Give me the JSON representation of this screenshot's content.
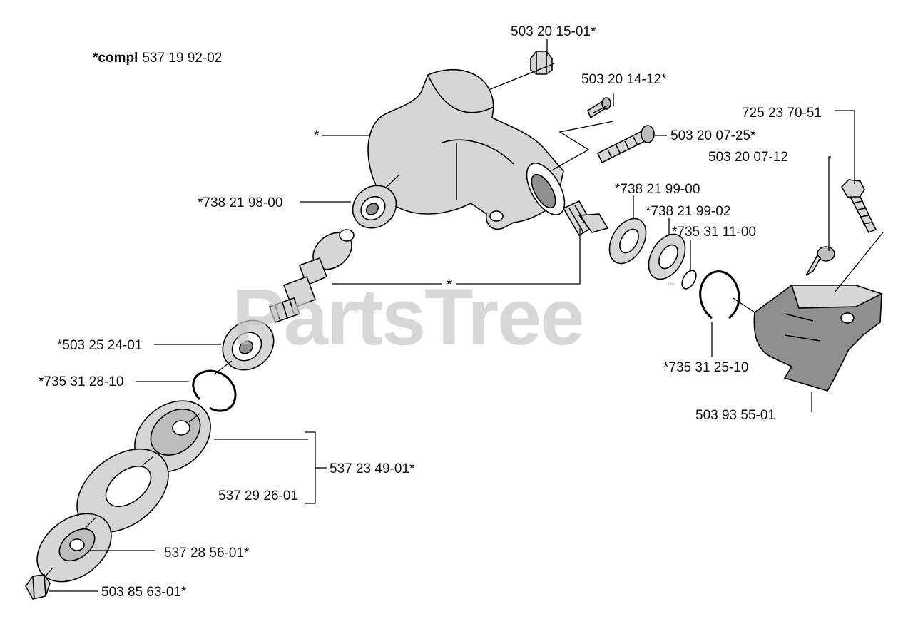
{
  "watermark": "PartsTree",
  "watermark_tm": "™",
  "header_prefix": "*compl",
  "header_number": "537 19 92-02",
  "labels": {
    "p_503_20_15_01": "503 20 15-01*",
    "p_503_20_14_12": "503 20 14-12*",
    "p_503_20_07_25": "503 20 07-25*",
    "p_725_23_70_51": "725 23 70-51",
    "p_503_20_07_12": "503 20 07-12",
    "p_housing_star": "*",
    "p_738_21_98_00": "*738 21 98-00",
    "p_738_21_99_00": "*738 21 99-00",
    "p_738_21_99_02": "*738 21 99-02",
    "p_735_31_11_00": "*735 31 11-00",
    "p_gear_star": "*",
    "p_503_25_24_01": "*503 25 24-01",
    "p_735_31_28_10": "*735 31 28-10",
    "p_735_31_25_10": "*735 31 25-10",
    "p_503_93_55_01": "503 93 55-01",
    "p_537_23_49_01": "537 23 49-01*",
    "p_537_29_26_01": "537 29 26-01",
    "p_537_28_56_01": "537 28 56-01*",
    "p_503_85_63_01": "503 85 63-01*"
  }
}
